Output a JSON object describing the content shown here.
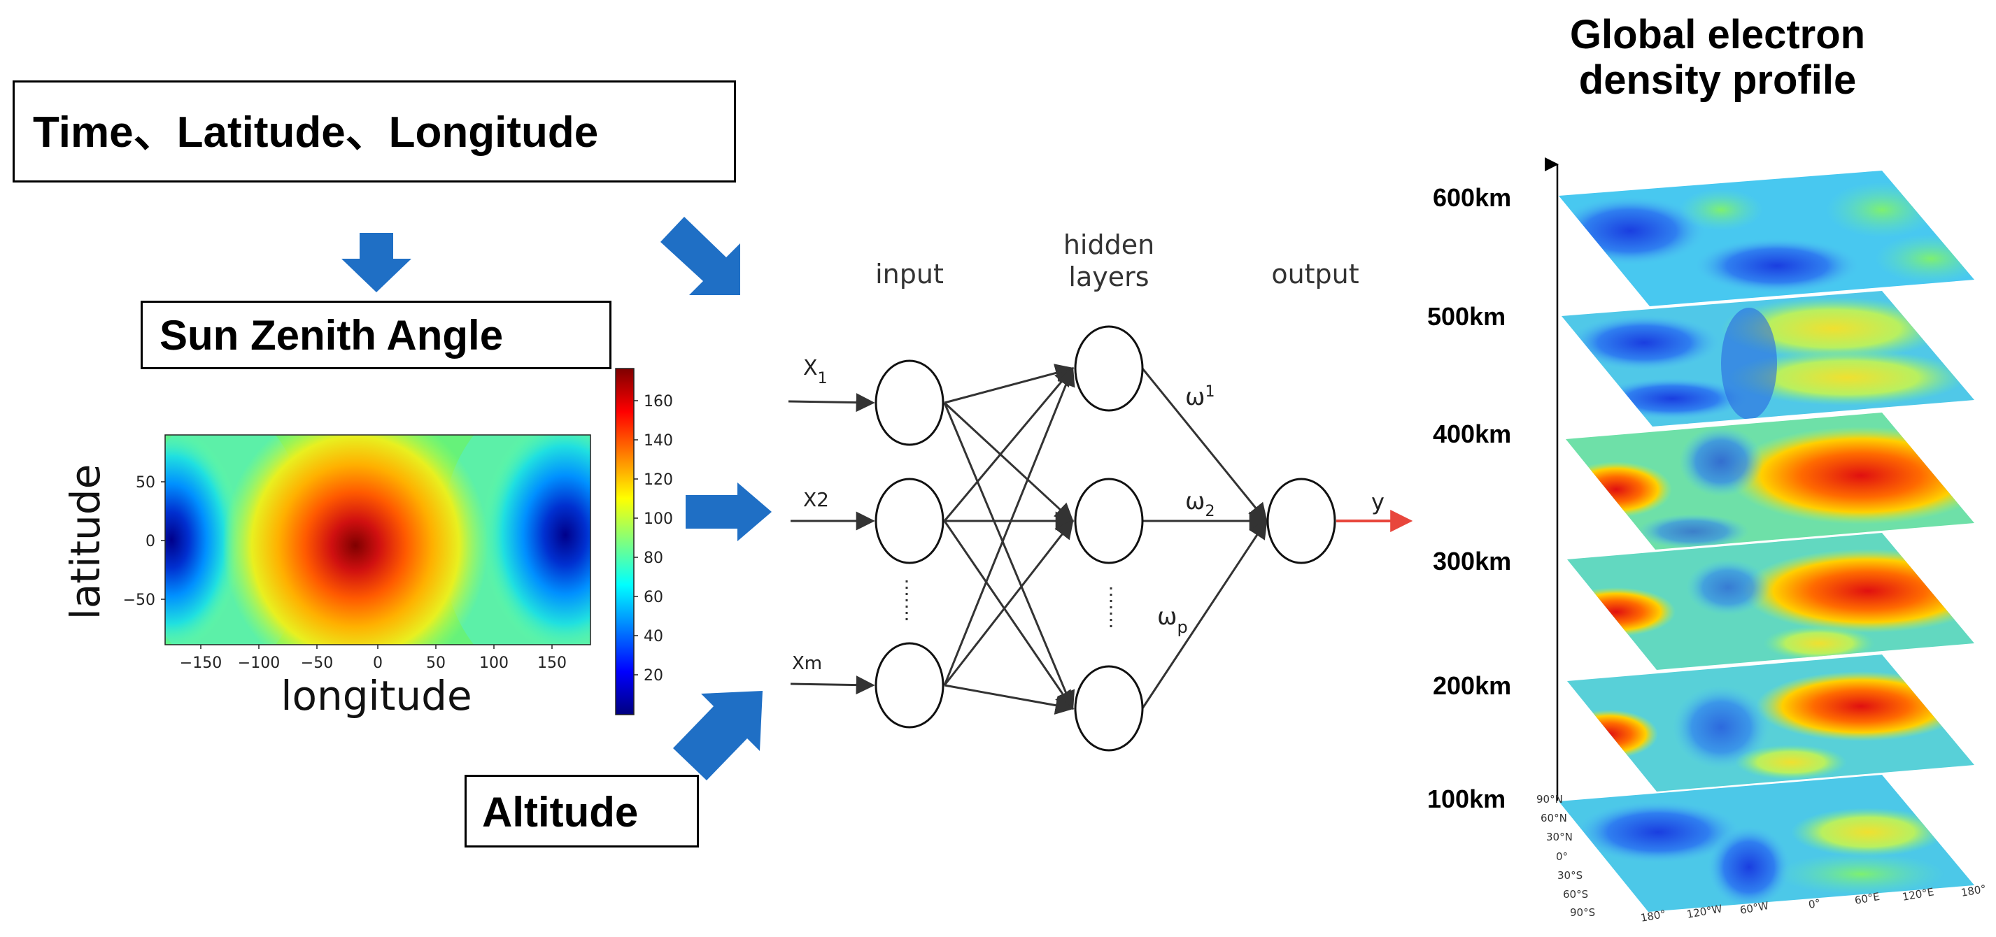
{
  "boxes": {
    "inputs": "Time、Latitude、Longitude",
    "sza": "Sun Zenith Angle",
    "altitude": "Altitude"
  },
  "sza_map": {
    "xlabel": "longitude",
    "ylabel": "latitude",
    "xticks": [
      "−150",
      "−100",
      "−50",
      "0",
      "50",
      "100",
      "150"
    ],
    "yticks": [
      "50",
      "0",
      "−50"
    ],
    "colorbar_ticks": [
      "160",
      "140",
      "120",
      "100",
      "80",
      "60",
      "40",
      "20"
    ],
    "colors": {
      "low": "#00007f",
      "mid": "#7fff7f",
      "high": "#7f0000"
    }
  },
  "network": {
    "input_label": "input",
    "hidden_label": "hidden\nlayers",
    "output_label": "output",
    "x1_base": "X",
    "x1_sub": "1",
    "x2": "X2",
    "xm": "Xm",
    "w1_base": "ω",
    "w1_sup": "1",
    "w2_base": "ω",
    "w2_sub": "2",
    "wp_base": "ω",
    "wp_sub": "p",
    "y": "y",
    "dots": "⋮"
  },
  "profile": {
    "title": "Global electron\ndensity profile",
    "altitudes": [
      "600km",
      "500km",
      "400km",
      "300km",
      "200km",
      "100km"
    ],
    "lat_ticks": [
      "90°N",
      "60°N",
      "30°N",
      "0°",
      "30°S",
      "60°S",
      "90°S"
    ],
    "lon_ticks": [
      "180°",
      "120°W",
      "60°W",
      "0°",
      "60°E",
      "120°E",
      "180°"
    ]
  },
  "colors": {
    "arrow_blue": "#1f6fc5",
    "output_arrow": "#e8463c",
    "line": "#333333"
  }
}
